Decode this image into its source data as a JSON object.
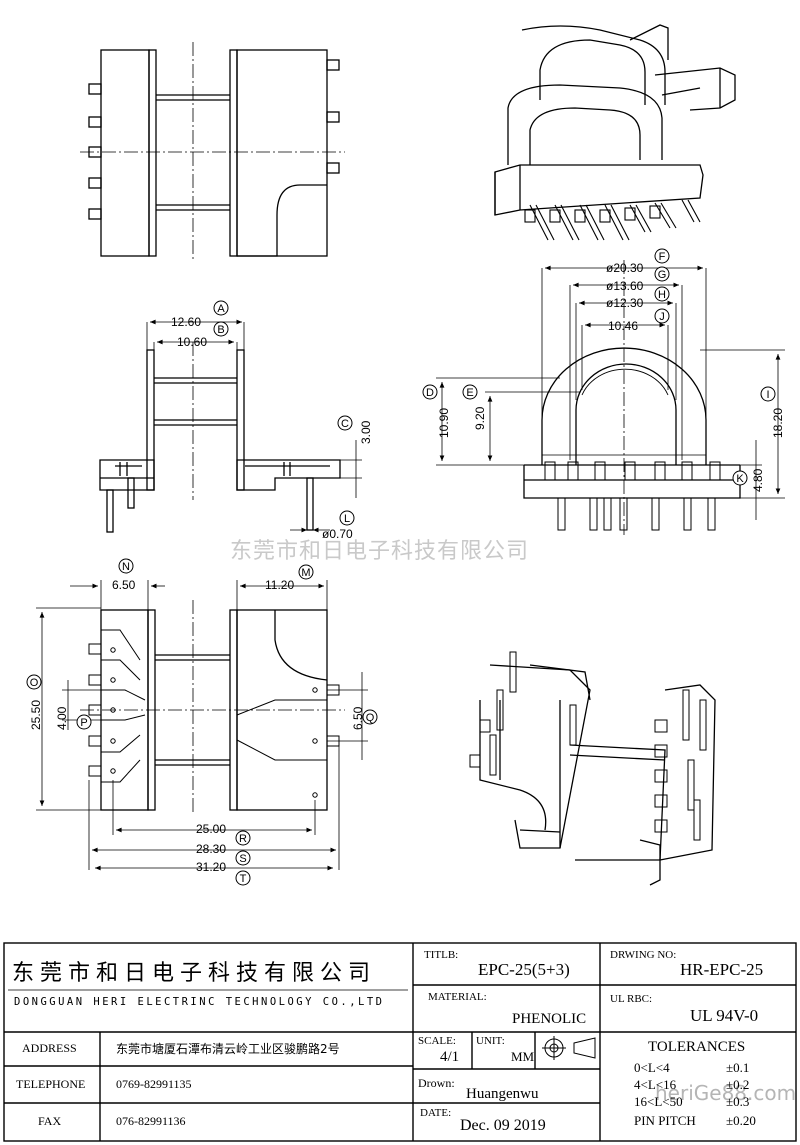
{
  "watermark": "东莞市和日电子科技有限公司",
  "watermark_url": "heriGe88.com",
  "dimensions": {
    "A": {
      "value": "12.60",
      "tag": "A"
    },
    "B": {
      "value": "10.60",
      "tag": "B"
    },
    "C": {
      "value": "3.00",
      "tag": "C"
    },
    "L": {
      "value": "ø0.70",
      "tag": "L"
    },
    "F": {
      "value": "ø20.30",
      "tag": "F"
    },
    "G": {
      "value": "ø13.60",
      "tag": "G"
    },
    "H": {
      "value": "ø12.30",
      "tag": "H"
    },
    "J": {
      "value": "10.46",
      "tag": "J"
    },
    "D": {
      "value": "10.90",
      "tag": "D"
    },
    "E": {
      "value": "9.20",
      "tag": "E"
    },
    "I": {
      "value": "18.20",
      "tag": "I"
    },
    "K": {
      "value": "4.80",
      "tag": "K"
    },
    "N": {
      "value": "6.50",
      "tag": "N"
    },
    "M": {
      "value": "11.20",
      "tag": "M"
    },
    "O": {
      "value": "25.50",
      "tag": "O"
    },
    "P": {
      "value": "4.00",
      "tag": "P"
    },
    "Q": {
      "value": "6.50",
      "tag": "Q"
    },
    "R": {
      "value": "25.00",
      "tag": "R"
    },
    "S": {
      "value": "28.30",
      "tag": "S"
    },
    "T": {
      "value": "31.20",
      "tag": "T"
    }
  },
  "title_block": {
    "company_cn": "东莞市和日电子科技有限公司",
    "company_en": "DONGGUAN HERI ELECTRINC TECHNOLOGY CO.,LTD",
    "address_label": "ADDRESS",
    "address_value": "东莞市塘厦石潭布清云岭工业区骏鹏路2号",
    "telephone_label": "TELEPHONE",
    "telephone_value": "0769-82991135",
    "fax_label": "FAX",
    "fax_value": "076-82991136",
    "title_label": "TITLB:",
    "title_value": "EPC-25(5+3)",
    "material_label": "MATERIAL:",
    "material_value": "PHENOLIC",
    "scale_label": "SCALE:",
    "scale_value": "4/1",
    "unit_label": "UNIT:",
    "unit_value": "MM",
    "drawn_label": "Drown:",
    "drawn_value": "Huangenwu",
    "date_label": "DATE:",
    "date_value": "Dec. 09 2019",
    "drawing_no_label": "DRWING NO:",
    "drawing_no_value": "HR-EPC-25",
    "ul_label": "UL  RBC:",
    "ul_value": "UL 94V-0",
    "tolerances_title": "TOLERANCES",
    "tolerances": [
      {
        "range": "0<L<4",
        "tol": "±0.1"
      },
      {
        "range": "4<L<16",
        "tol": "±0.2"
      },
      {
        "range": "16<L<50",
        "tol": "±0.3"
      },
      {
        "range": "PIN PITCH",
        "tol": "±0.20"
      }
    ]
  }
}
